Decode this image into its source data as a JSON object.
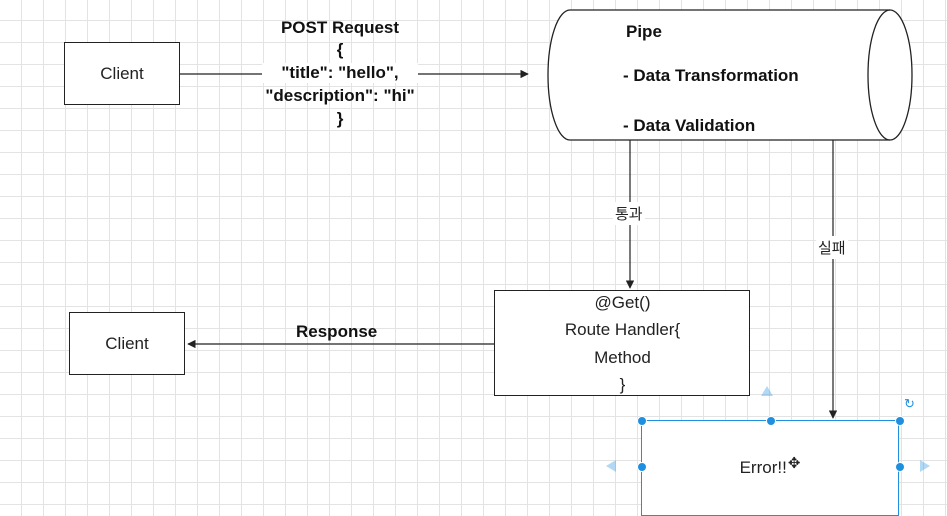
{
  "client_top": {
    "label": "Client"
  },
  "client_bottom": {
    "label": "Client"
  },
  "request": {
    "title": "POST Request",
    "body_lines": [
      "{",
      "\"title\": \"hello\",",
      "\"description\": \"hi\"",
      "}"
    ]
  },
  "pipe": {
    "title": "Pipe",
    "items": [
      "- Data Transformation",
      "- Data Validation"
    ]
  },
  "edges": {
    "pass_label": "통과",
    "fail_label": "실패",
    "response_label": "Response"
  },
  "route_handler": {
    "lines": [
      "@Get()",
      "Route Handler{",
      "Method",
      "}"
    ]
  },
  "error_box": {
    "label": "Error!!",
    "selected": true
  },
  "colors": {
    "selection": "#1f8fe0",
    "stroke": "#222222",
    "grid": "#e3e3e3"
  }
}
